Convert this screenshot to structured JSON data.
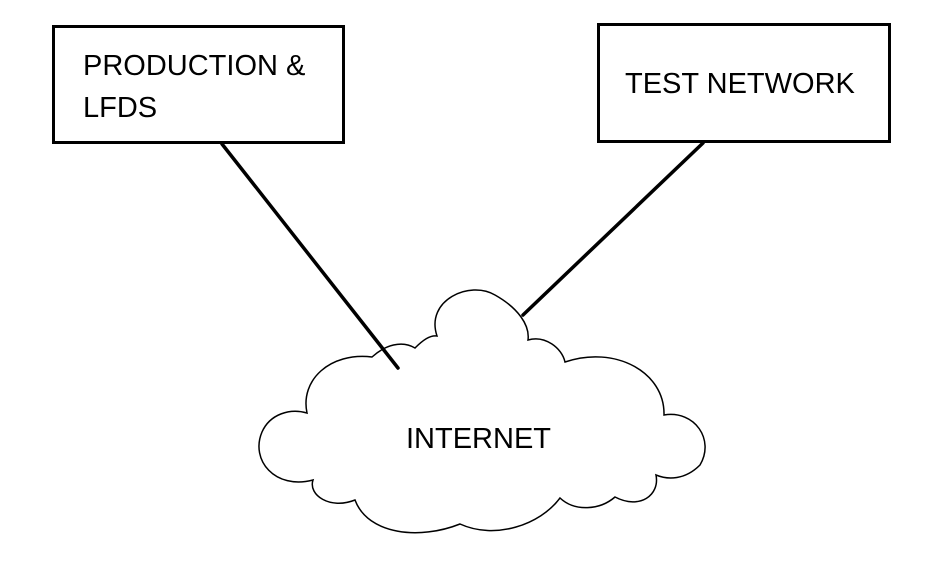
{
  "nodes": {
    "production": {
      "line1": "PRODUCTION &",
      "line2": "LFDS"
    },
    "test_network": {
      "label": "TEST NETWORK"
    },
    "internet": {
      "label": "INTERNET"
    }
  },
  "colors": {
    "stroke": "#000000",
    "background": "#ffffff"
  },
  "icons": {
    "internet": "cloud-icon"
  }
}
